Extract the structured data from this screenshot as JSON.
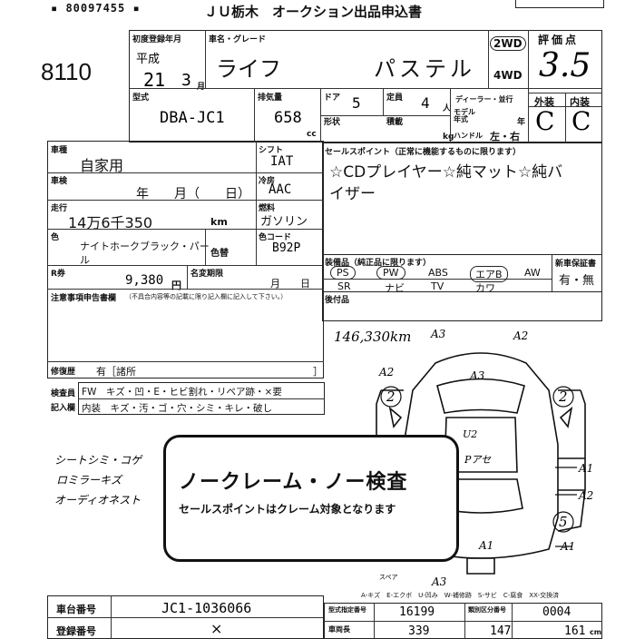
{
  "header": {
    "serial": "▪ 80097455 ▪",
    "title": "ＪＵ栃木　オークション出品申込書",
    "lot_number": "8110"
  },
  "registration": {
    "label": "初度登録年月",
    "era": "平成",
    "year": "21",
    "month": "3",
    "month_unit": "月"
  },
  "vehicle": {
    "name_label": "車名・グレード",
    "name": "ライフ",
    "grade": "パステル",
    "drive_2wd": "2WD",
    "drive_4wd": "4WD",
    "model_label": "型式",
    "model": "DBA-JC1",
    "displacement_label": "排気量",
    "displacement": "658",
    "displacement_unit": "cc",
    "doors_label": "ドア",
    "doors": "5",
    "capacity_label": "定員",
    "capacity": "4",
    "capacity_unit": "人",
    "shape_label": "形状",
    "load_label": "積載",
    "load_unit": "kg",
    "dealer_label": "ディーラー・並行",
    "model_year_label": "モデル年式",
    "year_unit": "年",
    "handle_label": "ハンドル",
    "handle_options": "左・右"
  },
  "grade": {
    "label": "評価点",
    "score": "3.5",
    "exterior_label": "外装",
    "interior_label": "内装",
    "exterior": "C",
    "interior": "C"
  },
  "details": {
    "usage_label": "車種",
    "usage": "自家用",
    "inspection_label": "車検",
    "inspection": "年　　月（　　日）",
    "mileage_label": "走行",
    "mileage": "14万6千350",
    "mileage_unit": "km",
    "color_label": "色",
    "color": "ナイトホークブラック・パール",
    "color_no_label": "色替",
    "recycle_label": "R券",
    "recycle": "9,380",
    "recycle_unit": "円",
    "name_change_label": "名変期限",
    "name_change": "月　　日",
    "shift_label": "シフト",
    "shift": "IAT",
    "ac_label": "冷房",
    "ac": "AAC",
    "fuel_label": "燃料",
    "fuel": "ガソリン",
    "color_code_label": "色コード",
    "color_code": "B92P"
  },
  "sales_points": {
    "label": "セールスポイント（正常に機能するものに限ります）",
    "text_line1": "☆CDプレイヤー☆純マット☆純バ",
    "text_line2": "イザー"
  },
  "equipment": {
    "label": "装備品（純正品に限ります）",
    "row1": [
      "PS",
      "PW",
      "ABS",
      "エアB",
      "AW"
    ],
    "row2": [
      "SR",
      "ナビ",
      "TV",
      "カワ"
    ],
    "spare_label": "新車保証書",
    "spare_options": "有・無"
  },
  "after_market_label": "後付品",
  "notes": {
    "label": "注意事項申告書欄",
    "sublabel": "（不具合内容等の記載に限り記入欄に記入して下さい。）",
    "repair_label": "修復歴",
    "repair_value": "有［諸所",
    "repair_close": "］"
  },
  "check": {
    "label1": "検査員",
    "label2": "記入欄",
    "row1": "FW　キズ・凹・E・ヒビ割れ・リペア跡・×要",
    "row2": "内装　キズ・汚・ゴ・穴・シミ・キレ・破し"
  },
  "handwritten": {
    "odometer": "146,330km",
    "note1": "シートシミ・コゲ",
    "note2": "ロミラーキズ",
    "note3": "オーディオネスト",
    "mark_u2": "U2",
    "mark_p": "Pアセ"
  },
  "damage_marks": [
    "A3",
    "A2",
    "A2",
    "A3",
    "2",
    "2",
    "A1",
    "A2",
    "5",
    "A1",
    "A1",
    "A3"
  ],
  "diagram_labels": {
    "spare": "スペア",
    "legend": "A-キズ　E-エクボ　U-凹み　W-補修跡　S-サビ　C-腐食　XX-交換済"
  },
  "disclaimer": {
    "title": "ノークレーム・ノー検査",
    "subtitle": "セールスポイントはクレーム対象となります"
  },
  "footer": {
    "chassis_label": "車台番号",
    "chassis": "JC1-1036066",
    "reg_label": "登録番号",
    "reg": "×",
    "code_label": "型式指定番号",
    "code": "16199",
    "class_label": "類別区分番号",
    "class": "0004",
    "length_label": "車両長",
    "length": "339",
    "width": "147",
    "height": "161",
    "length_unit": "cm"
  }
}
